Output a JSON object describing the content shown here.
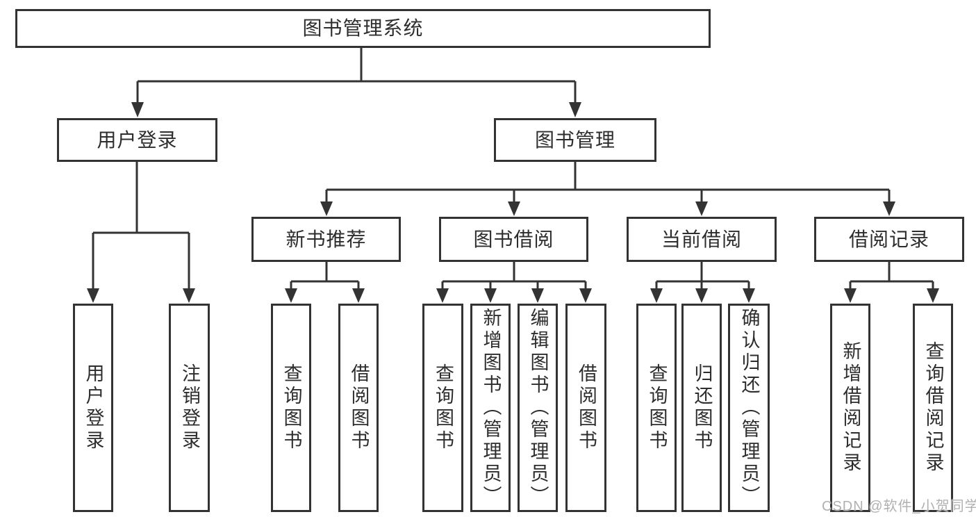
{
  "diagram": {
    "type": "tree",
    "title": "图书管理系统",
    "colors": {
      "line": "#333333",
      "text": "#2d2d2d",
      "box_background": "#ffffff",
      "watermark": "#b0b0b0"
    },
    "tree": {
      "root": {
        "label": "图书管理系统",
        "children": [
          {
            "label": "用户登录",
            "children": [
              {
                "label": "用户登录"
              },
              {
                "label": "注销登录"
              }
            ]
          },
          {
            "label": "图书管理",
            "children": [
              {
                "label": "新书推荐",
                "children": [
                  {
                    "label": "查询图书"
                  },
                  {
                    "label": "借阅图书"
                  }
                ]
              },
              {
                "label": "图书借阅",
                "children": [
                  {
                    "label": "查询图书"
                  },
                  {
                    "label": "新增图书（管理员）"
                  },
                  {
                    "label": "编辑图书（管理员）"
                  },
                  {
                    "label": "借阅图书"
                  }
                ]
              },
              {
                "label": "当前借阅",
                "children": [
                  {
                    "label": "查询图书"
                  },
                  {
                    "label": "归还图书"
                  },
                  {
                    "label": "确认归还（管理员）"
                  }
                ]
              },
              {
                "label": "借阅记录",
                "children": [
                  {
                    "label": "新增借阅记录"
                  },
                  {
                    "label": "查询借阅记录"
                  }
                ]
              }
            ]
          }
        ]
      }
    }
  },
  "watermark": {
    "text": "CSDN @软件_小贺同学"
  }
}
